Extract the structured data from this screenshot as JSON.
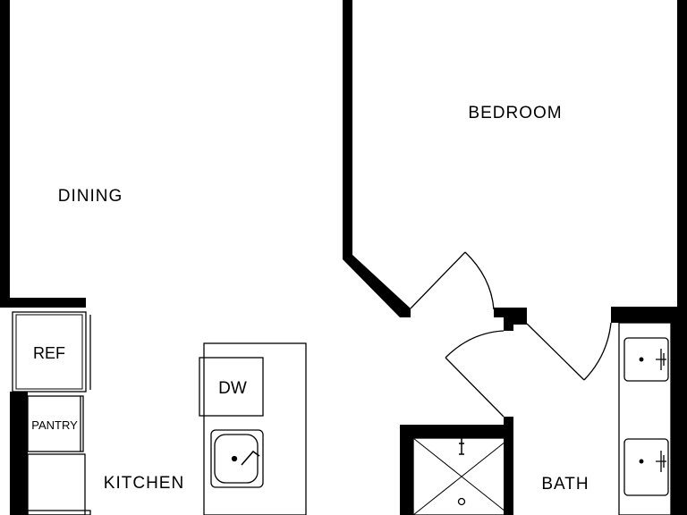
{
  "rooms": {
    "dining": "DINING",
    "bedroom": "BEDROOM",
    "kitchen": "KITCHEN",
    "bath": "BATH"
  },
  "fixtures": {
    "ref": "REF",
    "pantry": "PANTRY",
    "dw": "DW"
  },
  "colors": {
    "wall": "#000000",
    "background": "#ffffff"
  }
}
